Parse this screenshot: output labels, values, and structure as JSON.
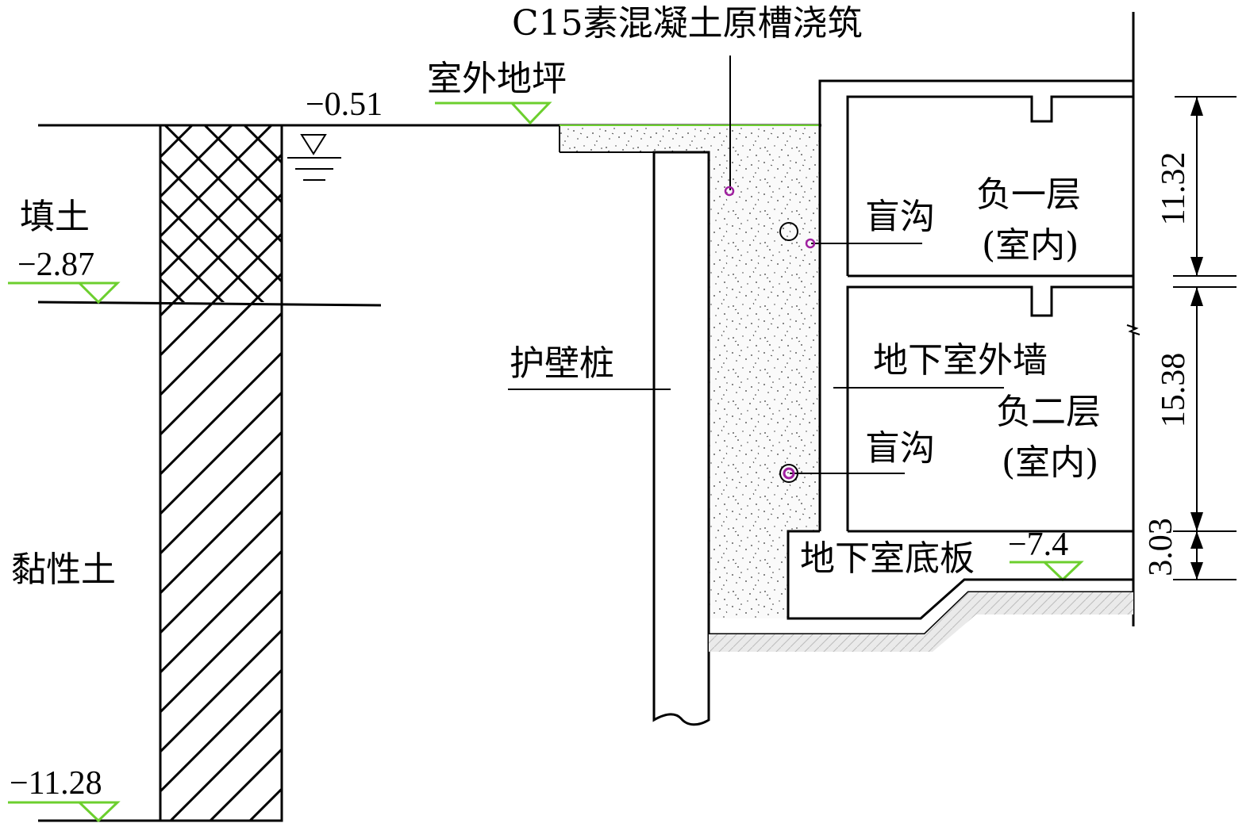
{
  "labels": {
    "top_note": "C15素混凝土原槽浇筑",
    "outdoor_ground": "室外地坪",
    "fill_soil": "填土",
    "clay": "黏性土",
    "retaining_pile": "护壁桩",
    "blind_ditch_1": "盲沟",
    "blind_ditch_2": "盲沟",
    "floor_b1_line1": "负一层",
    "floor_b1_line2": "(室内)",
    "basement_wall": "地下室外墙",
    "floor_b2_line1": "负二层",
    "floor_b2_line2": "(室内)",
    "basement_slab": "地下室底板"
  },
  "elevations": {
    "outdoor": "−0.51",
    "fill_bottom": "−2.87",
    "pile_bottom": "−11.28",
    "slab": "−7.4"
  },
  "dimensions": {
    "b1_height": "11.32",
    "b2_height": "15.38",
    "slab_height": "3.03"
  },
  "colors": {
    "line": "#000000",
    "elevation_mark": "#6ccf2e",
    "drain_point": "#a020a0",
    "concrete_fill": "#f4f4f4"
  }
}
